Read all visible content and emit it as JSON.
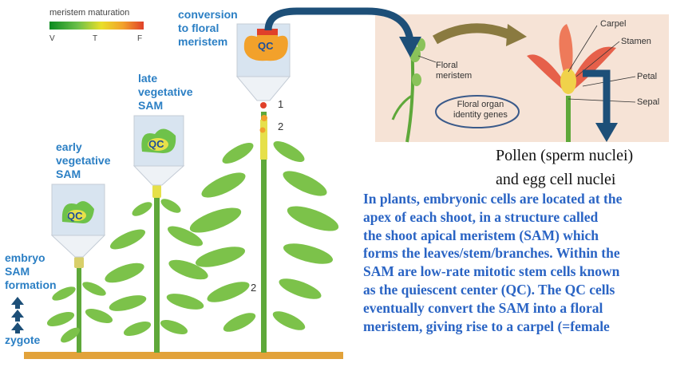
{
  "legend": {
    "title": "meristem maturation",
    "ticks": [
      "V",
      "T",
      "F"
    ]
  },
  "labels": {
    "early": "early\nvegetative\nSAM",
    "late": "late\nvegetative\nSAM",
    "conversion": "conversion\nto floral\nmeristem",
    "embryo": "embryo\nSAM\nformation",
    "zygote": "zygote",
    "qc": "QC"
  },
  "stage_numbers": [
    "1",
    "2",
    "2"
  ],
  "photo_labels": {
    "floral_meristem": "Floral\nmeristem",
    "floral_genes": "Floral organ\nidentity genes",
    "carpel": "Carpel",
    "stamen": "Stamen",
    "petal": "Petal",
    "sepal": "Sepal"
  },
  "pollen_text": "Pollen (sperm nuclei)\nand egg cell nuclei",
  "paragraph_lines": [
    "In plants, embryonic cells are located at the",
    "apex of each shoot, in a structure called",
    "the shoot apical meristem (SAM) which",
    "forms the leaves/stem/branches. Within the",
    "SAM are low-rate mitotic stem cells known",
    "as the quiescent center (QC). The QC cells",
    "eventually convert the SAM into a floral",
    "meristem, giving rise to a carpel (=female"
  ],
  "colors": {
    "label_blue": "#2b7fc4",
    "paragraph_blue": "#2a64c4",
    "leaf_green": "#7cc24a",
    "stem_green": "#5ea83a",
    "ground": "#e2a23a",
    "arrow_navy": "#1d4f78",
    "qc_box": "#d8e4f0"
  }
}
